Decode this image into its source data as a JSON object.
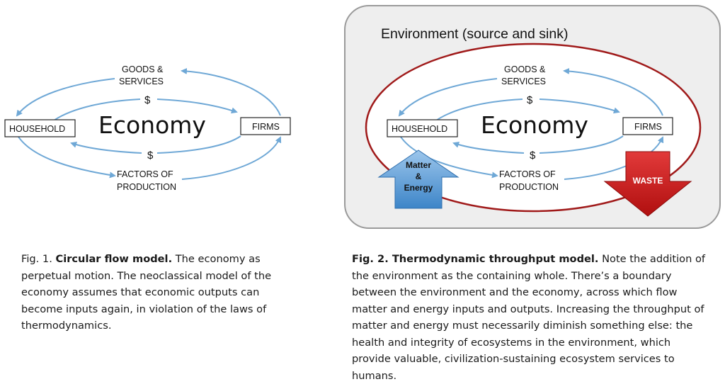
{
  "fig1": {
    "goods_line1": "GOODS &",
    "goods_line2": "SERVICES",
    "dollar_top": "$",
    "dollar_bottom": "$",
    "economy": "Economy",
    "household": "HOUSEHOLD",
    "firms": "FIRMS",
    "factors_line1": "FACTORS OF",
    "factors_line2": "PRODUCTION"
  },
  "fig2": {
    "env_title": "Environment (source and sink)",
    "goods_line1": "GOODS &",
    "goods_line2": "SERVICES",
    "dollar_top": "$",
    "dollar_bottom": "$",
    "economy": "Economy",
    "household": "HOUSEHOLD",
    "firms": "FIRMS",
    "factors_line1": "FACTORS OF",
    "factors_line2": "PRODUCTION",
    "matter_line1": "Matter",
    "matter_line2": "&",
    "matter_line3": "Energy",
    "waste": "WASTE"
  },
  "captions": {
    "fig1_prefix": "Fig. 1. ",
    "fig1_bold": "Circular flow model.",
    "fig1_body": " The economy as perpetual motion. The neoclassical model of the economy assumes that economic outputs can become inputs again, in violation of the laws of thermodynamics.",
    "fig2_bold": "Fig. 2. Thermodynamic throughput model.",
    "fig2_body": " Note the addition of the environment as the containing whole. There’s a boundary between the environment and the economy, across which flow matter and energy inputs and outputs. Increasing the throughput of matter and energy must necessarily diminish something else: the health and integrity of ecosystems in the environment, which provide valuable, civilization-sustaining ecosystem services to humans."
  },
  "colors": {
    "flow_arrow": "#6fa8d6",
    "boundary": "#a01a1a",
    "env_fill": "#eeeeee",
    "matter_arrow": "#5a9bd5",
    "waste_arrow": "#d42222"
  }
}
